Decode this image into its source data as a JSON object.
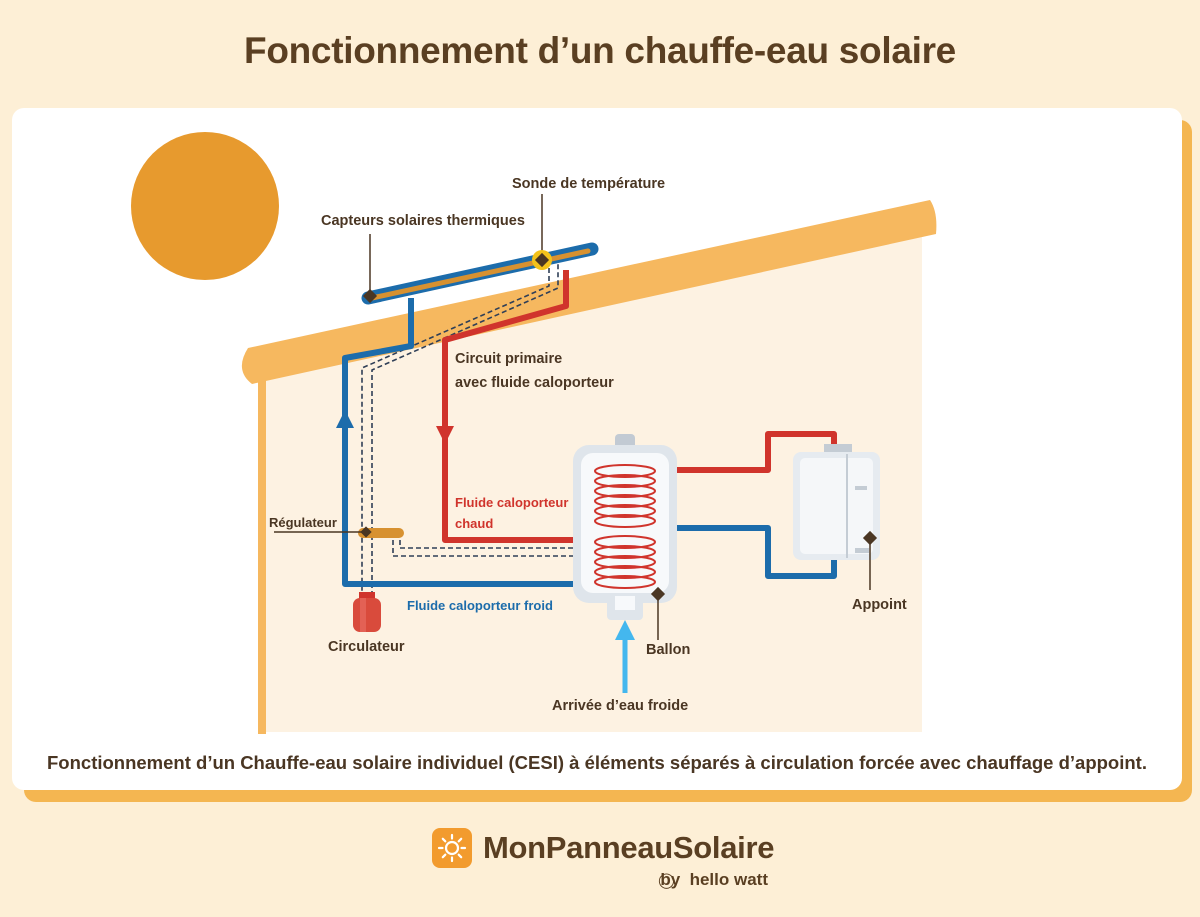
{
  "title": "Fonctionnement d’un chauffe-eau solaire",
  "labels": {
    "sensor": "Sonde de température",
    "collectors": "Capteurs solaires thermiques",
    "primary_line1": "Circuit primaire",
    "primary_line2": "avec fluide caloporteur",
    "hot_fluid_line1": "Fluide caloporteur",
    "hot_fluid_line2": "chaud",
    "regulator": "Régulateur",
    "cold_fluid": "Fluide caloporteur froid",
    "circulator": "Circulateur",
    "tank": "Ballon",
    "backup": "Appoint",
    "cold_water_inlet": "Arrivée d’eau froide"
  },
  "caption": "Fonctionnement d’un Chauffe-eau solaire individuel (CESI) à éléments séparés à circulation forcée avec chauffage d’appoint.",
  "brand": {
    "name": "MonPanneauSolaire",
    "sub": "by  hello watt"
  },
  "icons": {
    "logo": "sun-icon",
    "sub": "lightbulb-icon"
  },
  "colors": {
    "hot": "#d0342c",
    "cold": "#1c6cab",
    "inlet": "#44b7ee",
    "sun": "#e79a2e",
    "roof": "#f6b85f",
    "accent": "#f29b2e"
  }
}
